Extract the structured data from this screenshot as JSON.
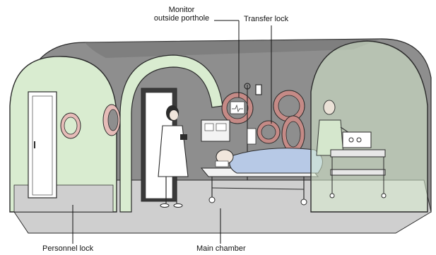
{
  "labels": {
    "monitor_line1": "Monitor",
    "monitor_line2": "outside porthole",
    "transfer_lock": "Transfer lock",
    "personnel_lock": "Personnel lock",
    "main_chamber": "Main chamber"
  },
  "colors": {
    "shell_fill": "#8e8e8e",
    "shell_dark": "#6f6f6f",
    "end_cap": "#d9ecd0",
    "end_cap_stroke": "#2b2b2b",
    "floor": "#cfcfcf",
    "porthole_ring": "#c58a86",
    "bed_sheet": "#b7c9e6",
    "uniform": "#ffffff"
  },
  "icons": [
    "door-icon",
    "porthole-icon",
    "monitor-icon",
    "iv-pole-icon",
    "bed-icon",
    "patient-icon",
    "nurse-icon",
    "attendant-icon",
    "equipment-cart-icon"
  ]
}
